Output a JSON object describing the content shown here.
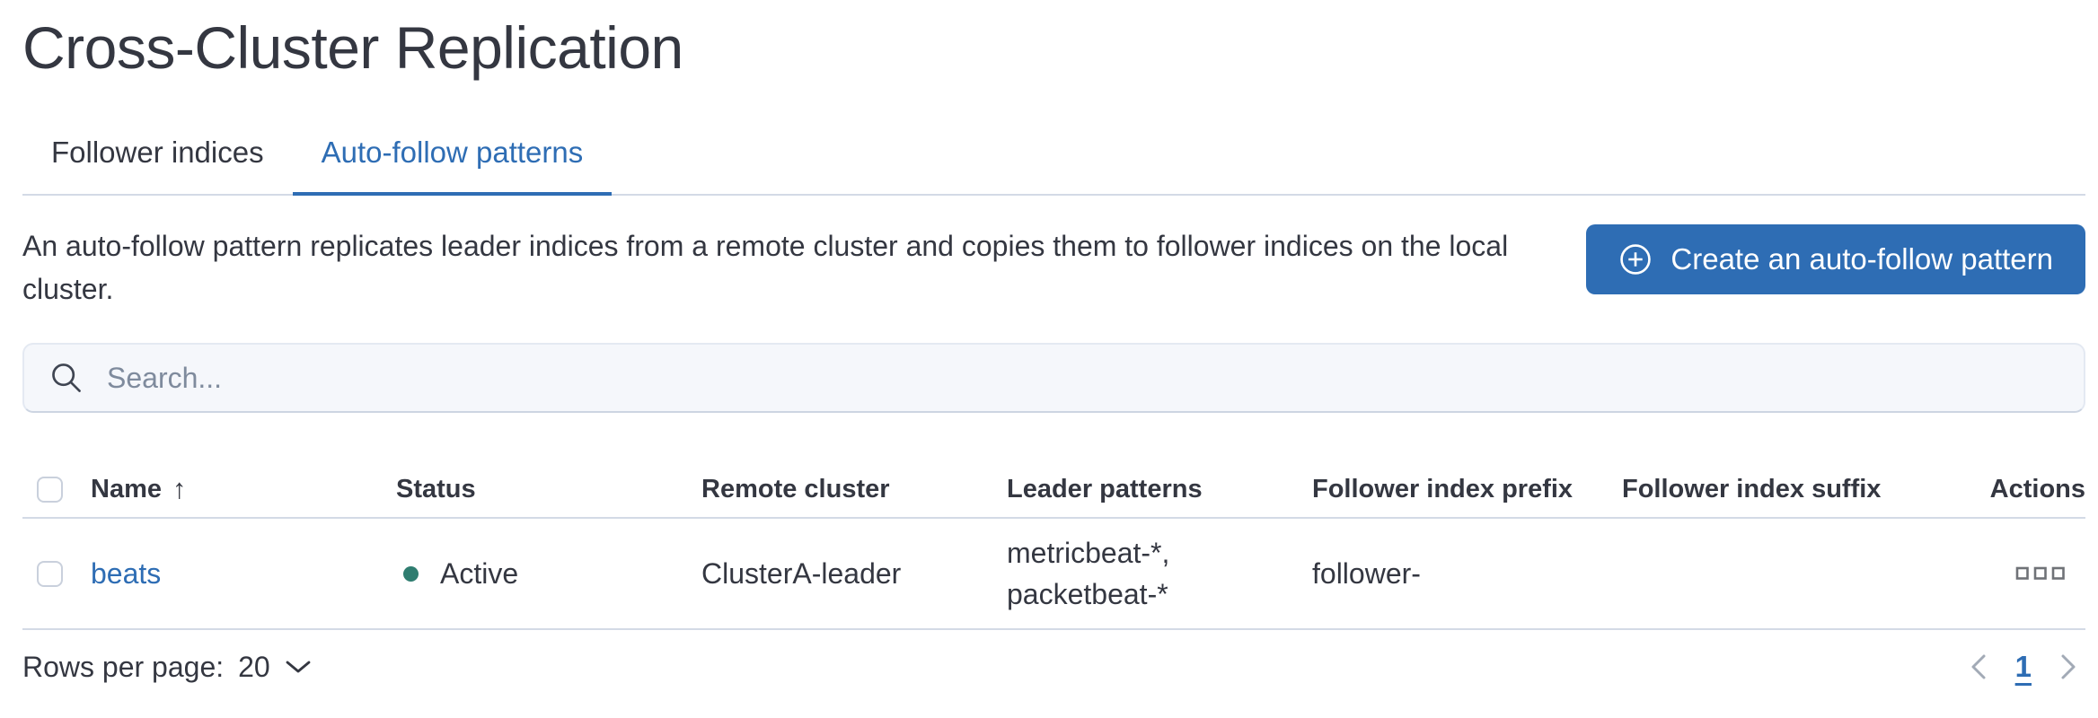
{
  "page": {
    "title": "Cross-Cluster Replication"
  },
  "tabs": [
    {
      "label": "Follower indices",
      "active": false
    },
    {
      "label": "Auto-follow patterns",
      "active": true
    }
  ],
  "intro": {
    "description": "An auto-follow pattern replicates leader indices from a remote cluster and copies them to follower indices on the local cluster.",
    "create_button_label": "Create an auto-follow pattern",
    "create_button_icon": "plus-in-circle-icon"
  },
  "search": {
    "placeholder": "Search...",
    "value": "",
    "icon": "magnifier-icon"
  },
  "table": {
    "columns": [
      "Name",
      "Status",
      "Remote cluster",
      "Leader patterns",
      "Follower index prefix",
      "Follower index suffix",
      "Actions"
    ],
    "sort": {
      "column": "Name",
      "direction": "ascending",
      "arrow_glyph": "↑"
    },
    "rows": [
      {
        "name": "beats",
        "status": "Active",
        "remote_cluster": "ClusterA-leader",
        "leader_patterns_line1": "metricbeat-*,",
        "leader_patterns_line2": "packetbeat-*",
        "follower_index_prefix": "follower-",
        "follower_index_suffix": "",
        "actions_icon": "boxes-horizontal-icon"
      }
    ]
  },
  "footer": {
    "rows_per_page_label": "Rows per page:",
    "rows_per_page_value": "20",
    "current_page": "1"
  },
  "colors": {
    "accent_blue": "#2e6db4",
    "text": "#343741",
    "border_gray": "#d3dae6",
    "success_green": "#2f7d70",
    "placeholder_gray": "#7f8b9d",
    "icon_gray": "#6f7277",
    "pagination_chevron_gray": "#a2aab6"
  }
}
